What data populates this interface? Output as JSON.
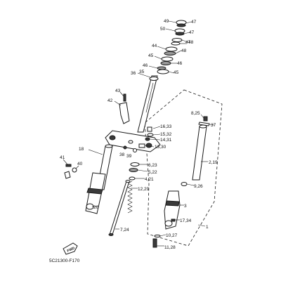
{
  "diagram_code": "5C21300-F170",
  "fwd_label": "FWD",
  "callouts": {
    "c49": "49",
    "c47a": "47",
    "c50": "50",
    "c47b": "47",
    "c48": "48",
    "c47c": "47",
    "c44": "44",
    "c48b": "48",
    "c45a": "45",
    "c46a": "46",
    "c46b": "46",
    "c45b": "45",
    "c36a": "36",
    "c35": "35",
    "c43": "43",
    "c42": "42",
    "c8_25": "8,25",
    "c37": "37",
    "c16_33": "16,33",
    "c15_32": "15,32",
    "c14_31": "14,31",
    "c13_30": "13,30",
    "c18": "18",
    "c38": "38",
    "c39": "39",
    "c6_23": "6,23",
    "c5_22": "5,22",
    "c2_19": "2,19",
    "c41": "41",
    "c40": "40",
    "c4_21": "4,21",
    "c12_29": "12,29",
    "c9_26": "9,26",
    "c3": "3",
    "c20": "20",
    "c17_34": "17,34",
    "c1": "1",
    "c7_24": "7,24",
    "c10_27": "10,27",
    "c11_28": "11,28"
  }
}
